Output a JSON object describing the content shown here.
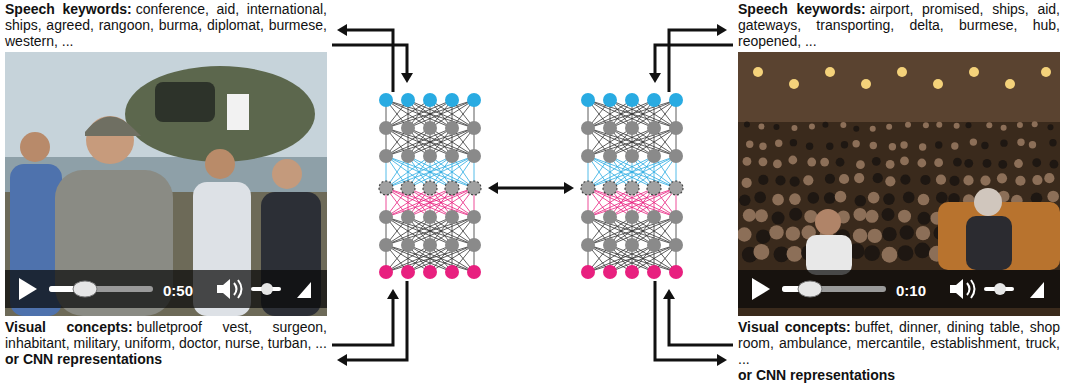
{
  "diagram": {
    "labels": [
      "Speech keywords:",
      "conference, aid, international, ships, agreed, rangoon, burma, diplomat, burmese, western, ...",
      "0:50",
      "Visual concepts:",
      "bulletproof vest, surgeon, inhabitant, military, uniform, doctor, nurse, turban, ...",
      "or CNN representations",
      "Speech keywords:",
      "airport, promised, ships, aid, gateways, transporting, delta, burmese, hub, reopened, ...",
      "0:10",
      "Visual concepts:",
      "buffet, dinner, dining table, shop room, ambulance, mercantile, establishment, truck, ...",
      "or CNN representations"
    ]
  }
}
